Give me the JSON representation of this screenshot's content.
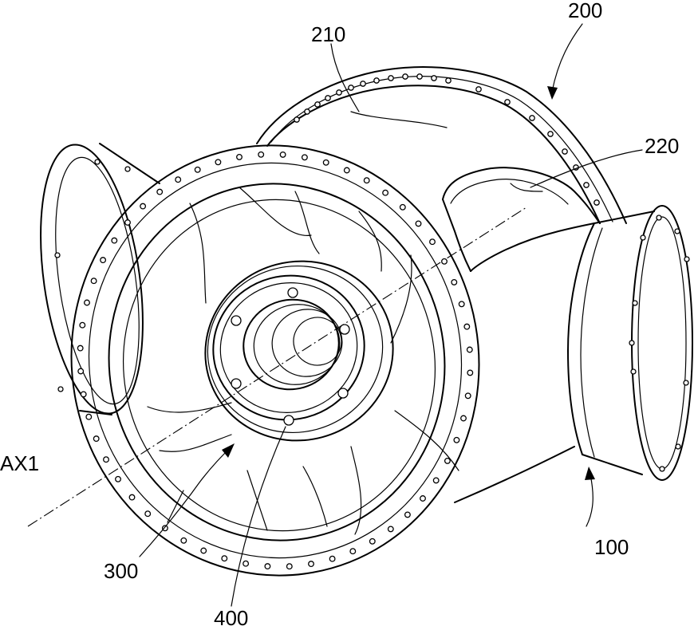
{
  "labels": {
    "hub_body": "100",
    "main_shaft_part": "200",
    "shaft_flange": "210",
    "opening": "220",
    "blade_mount": "300",
    "bearing_ring": "400",
    "axis": "AX1"
  }
}
